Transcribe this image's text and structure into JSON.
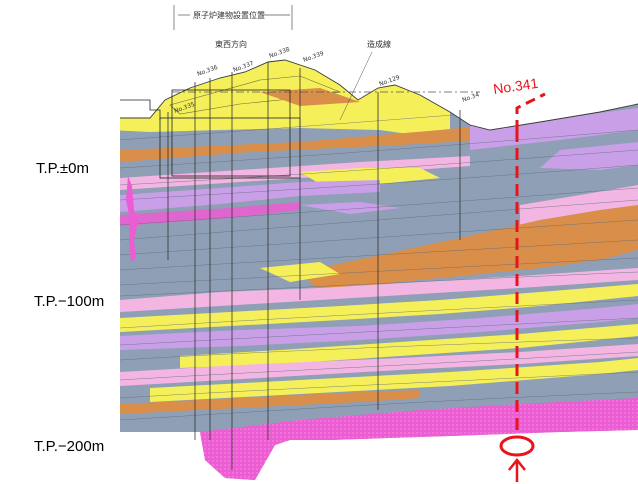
{
  "elevation_labels": {
    "tp_0": "T.P.±0m",
    "tp_minus_100": "T.P.−100m",
    "tp_minus_200": "T.P.−200m"
  },
  "header": {
    "reactor_building_position": "原子炉建物設置位置",
    "east_west_direction": "東西方向",
    "grading_line": "造成線"
  },
  "boreholes": {
    "no336": "No.336",
    "no337": "No.337",
    "no338": "No.338",
    "no339": "No.339",
    "no335": "No.335",
    "no129": "No.129",
    "no34x": "No.34",
    "no341": "No.341"
  },
  "colors": {
    "slate": "#8f9fb5",
    "yellow": "#f5f05a",
    "orange": "#d98e4a",
    "lavender": "#c9a0e8",
    "pink": "#f3b6e3",
    "magenta": "#ec5cd2",
    "highlight_red": "#e8141c"
  }
}
